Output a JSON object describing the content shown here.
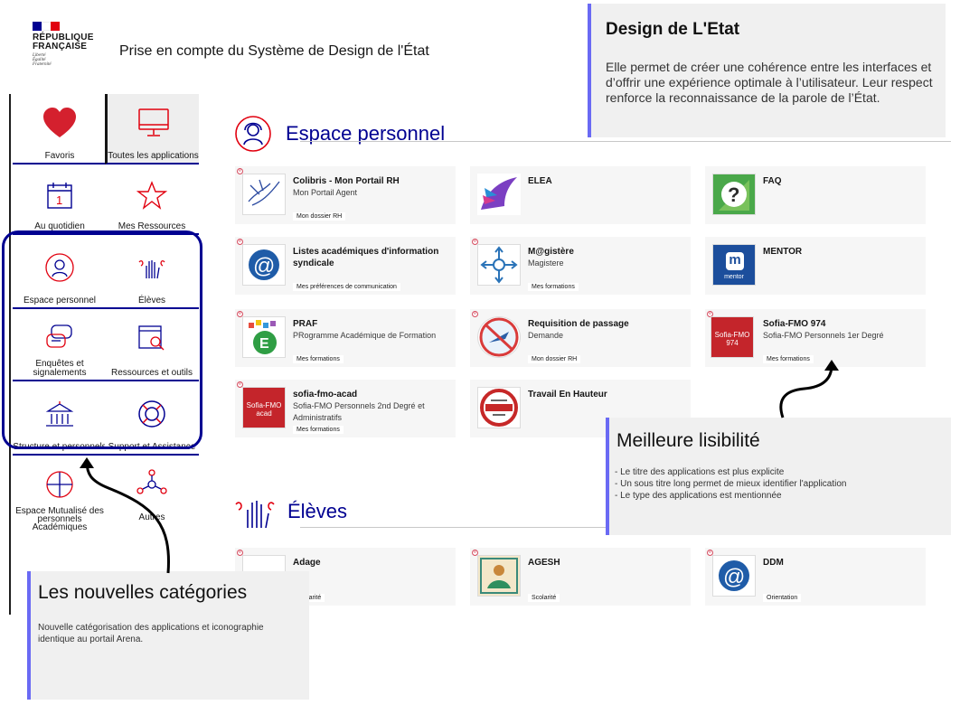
{
  "header": {
    "logo_line1": "RÉPUBLIQUE",
    "logo_line2": "FRANÇAISE",
    "motto": [
      "Liberté",
      "Égalité",
      "Fraternité"
    ],
    "site_title": "Prise en compte du Système de Design de l'État"
  },
  "sidebar": {
    "favoris": "Favoris",
    "toutes": "Toutes les applications",
    "quotidien": "Au quotidien",
    "ressources": "Mes Ressources",
    "espace": "Espace personnel",
    "eleves": "Élèves",
    "enquetes": "Enquêtes et signalements",
    "ressources_outils": "Ressources et outils",
    "structure": "Structure et personnels",
    "support": "Support et Assistance",
    "mutualise": "Espace Mutualisé des personnels Académiques",
    "autres": "Autres"
  },
  "sections": {
    "espace_title": "Espace personnel",
    "eleves_title": "Élèves"
  },
  "apps": {
    "colibris": {
      "title": "Colibris - Mon Portail RH",
      "sub": "Mon Portail Agent",
      "type": "Mon dossier RH"
    },
    "elea": {
      "title": "ELEA"
    },
    "faq": {
      "title": "FAQ"
    },
    "listes": {
      "title": "Listes académiques d'information syndicale",
      "type": "Mes préférences de communication"
    },
    "magistere": {
      "title": "M@gistère",
      "sub": "Magistere",
      "type": "Mes formations"
    },
    "mentor": {
      "title": "MENTOR",
      "logo": "mentor"
    },
    "praf": {
      "title": "PRAF",
      "sub": "PRogramme Académique de Formation",
      "type": "Mes formations"
    },
    "requisition": {
      "title": "Requisition de passage",
      "sub": "Demande",
      "type": "Mon dossier RH"
    },
    "sofia974": {
      "title": "Sofia-FMO 974",
      "sub": "Sofia-FMO Personnels 1er Degré",
      "type": "Mes formations",
      "logo": "Sofia-FMO 974"
    },
    "sofiaacad": {
      "title": "sofia-fmo-acad",
      "sub": "Sofia-FMO Personnels 2nd Degré et Administratifs",
      "type": "Mes formations",
      "logo": "Sofia-FMO acad"
    },
    "travail": {
      "title": "Travail En Hauteur"
    },
    "adage": {
      "title": "Adage",
      "type": "Scolarité"
    },
    "agesh": {
      "title": "AGESH",
      "type": "Scolarité"
    },
    "ddm": {
      "title": "DDM",
      "type": "Orientation"
    }
  },
  "callouts": {
    "design_title": "Design de L'Etat",
    "design_text": "Elle permet de créer une cohérence entre les interfaces et d’offrir une expérience optimale à l’utilisateur. Leur respect renforce la reconnaissance de la parole de l’État.",
    "lisibilite_title": "Meilleure lisibilité",
    "lisibilite_items": [
      "- Le titre des applications est plus explicite",
      "- Un sous titre long permet de mieux identifier l'application",
      "- Le type des applications est mentionnée"
    ],
    "categories_title": "Les nouvelles catégories",
    "categories_text": "Nouvelle catégorisation des applications et iconographie identique au portail Arena."
  },
  "colors": {
    "blue": "#000091",
    "red": "#e1000f",
    "accent": "#6a6af4"
  }
}
